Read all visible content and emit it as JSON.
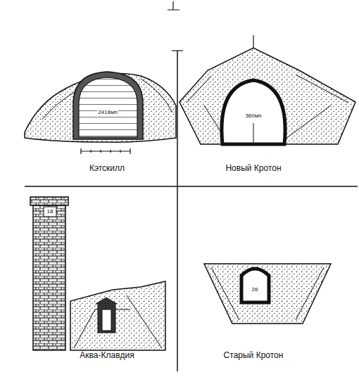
{
  "diagram": {
    "labels": [
      "2418мп",
      "360мп",
      "Кэтскилл",
      "Новый Кротон",
      "18",
      "Аква-Клавдия",
      "26",
      "Старый Кротон"
    ]
  }
}
